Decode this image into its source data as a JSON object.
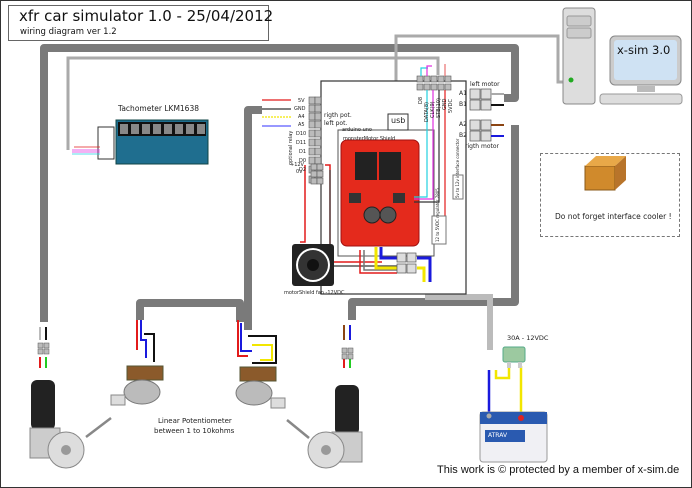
{
  "header": {
    "title": "xfr car simulator 1.0 - 25/04/2012",
    "subtitle": "wiring diagram ver 1.2"
  },
  "computer": {
    "monitor_label": "x-sim 3.0"
  },
  "tachometer": {
    "label": "Tachometer LKM1638"
  },
  "arduino": {
    "board_label": "arduino uno",
    "usb_label": "usb",
    "shield_label": "monsterMotor Shield",
    "left_header_pins": [
      "5V",
      "GND",
      "A4",
      "A5",
      "D10",
      "D11",
      "D1",
      "D0",
      "D2"
    ],
    "optional_relay_label": "optional relay",
    "power_pins": [
      "+12V",
      "0V"
    ],
    "pot_labels": {
      "a4": "rigth pot.",
      "a5": "left pot."
    },
    "top_header_pins": [
      "D8",
      "DATA(8)",
      "CLK(9)",
      "STB(10)",
      "GND",
      "5VDC"
    ],
    "regulator_label": "12 to 5VDC regulator 7805",
    "aux_label": "5v to 12v interface connector"
  },
  "motor_terminals": {
    "left_motor_label": "left motor",
    "right_motor_label": "rigth motor",
    "pins": [
      "A1",
      "B1",
      "A2",
      "B2"
    ]
  },
  "fan": {
    "label": "motorShield fan -12VDC"
  },
  "potentiometer": {
    "label_line1": "Linear Potentiometer",
    "label_line2": "between 1 to 10kohms"
  },
  "fuse": {
    "label": "30A - 12VDC"
  },
  "battery": {
    "brand": "ATRAV"
  },
  "note": {
    "text": "Do not forget interface cooler !"
  },
  "footer": {
    "copyright": "This work is © protected by a member of x-sim.de"
  },
  "colors": {
    "cable": "#777777",
    "cable_light": "#aaaaaa",
    "red": "#e21b1b",
    "black": "#111111",
    "blue": "#1a1add",
    "yellow": "#f2e600",
    "green": "#22cc22",
    "brown": "#8b4513",
    "cyan": "#22d0e0",
    "magenta": "#e030e0",
    "board_red": "#e42a1c"
  }
}
